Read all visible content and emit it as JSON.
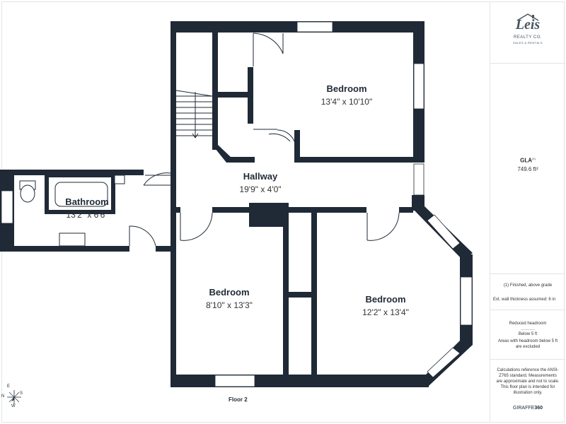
{
  "rooms": {
    "bedroom_top": {
      "name": "Bedroom",
      "dims": "13'4\" x 10'10\""
    },
    "hallway": {
      "name": "Hallway",
      "dims": "19'9\" x 4'0\""
    },
    "bathroom": {
      "name": "Bathroom",
      "dims": "13'2\" x 6'6\""
    },
    "bedroom_left": {
      "name": "Bedroom",
      "dims": "8'10\" x 13'3\""
    },
    "bedroom_right": {
      "name": "Bedroom",
      "dims": "12'2\" x 13'4\""
    }
  },
  "floor_label": "Floor 2",
  "compass": {
    "n": "N",
    "e": "E",
    "s": "S",
    "w": "W"
  },
  "sidebar": {
    "logo": {
      "name": "Leis",
      "company": "REALTY CO.",
      "tagline": "SALES & RENTALS"
    },
    "gla": {
      "label": "GLA",
      "label_sup": "(1)",
      "value": "749.6 ft²"
    },
    "notes": {
      "finished": "(1) Finished, above grade",
      "wall_thickness": "Ext. wall thickness assumed: 6 in",
      "reduced_headroom": "Reduced headroom",
      "below_5ft": "Below 5 ft",
      "headroom_excluded": "Areas with headroom below 5 ft are excluded",
      "calculations": "Calculations reference the ANSI-Z765 standard. Measurements are approximate and not to scale. This floor plan is intended for illustration only."
    },
    "brand": {
      "name": "GIRAFFE",
      "suffix": "360"
    }
  },
  "colors": {
    "wall": "#1f2a36",
    "accent": "#cfd3d8",
    "background": "#ffffff"
  }
}
